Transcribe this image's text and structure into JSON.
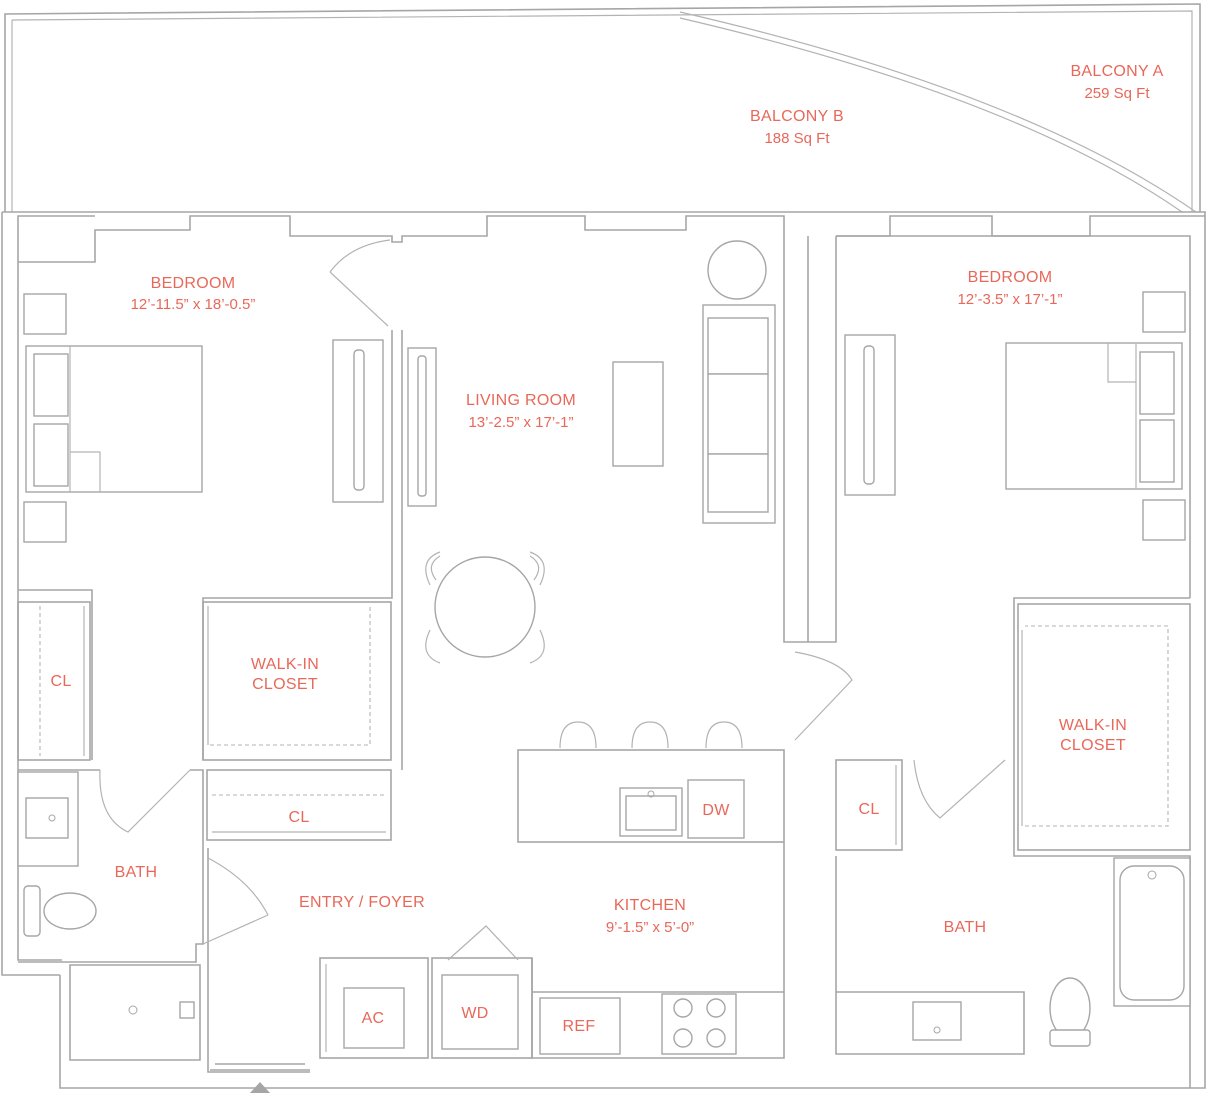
{
  "rooms": {
    "balcony_a": {
      "name": "BALCONY A",
      "area": "259 Sq Ft"
    },
    "balcony_b": {
      "name": "BALCONY B",
      "area": "188 Sq Ft"
    },
    "bedroom_left": {
      "name": "BEDROOM",
      "dims": "12’-11.5” x 18’-0.5”"
    },
    "living_room": {
      "name": "LIVING ROOM",
      "dims": "13’-2.5” x 17’-1”"
    },
    "bedroom_right": {
      "name": "BEDROOM",
      "dims": "12’-3.5” x 17’-1”"
    },
    "closet_left": {
      "name": "CL"
    },
    "walkin_left": {
      "line1": "WALK-IN",
      "line2": "CLOSET"
    },
    "closet_hall": {
      "name": "CL"
    },
    "bath_left": {
      "name": "BATH"
    },
    "entry": {
      "name": "ENTRY / FOYER"
    },
    "kitchen": {
      "name": "KITCHEN",
      "dims": "9’-1.5” x 5’-0”"
    },
    "walkin_right": {
      "line1": "WALK-IN",
      "line2": "CLOSET"
    },
    "closet_right": {
      "name": "CL"
    },
    "bath_right": {
      "name": "BATH"
    }
  },
  "appliances": {
    "dw": "DW",
    "ac": "AC",
    "wd": "WD",
    "ref": "REF"
  },
  "colors": {
    "label": "#e8685a",
    "wall": "#a6a6a6"
  }
}
